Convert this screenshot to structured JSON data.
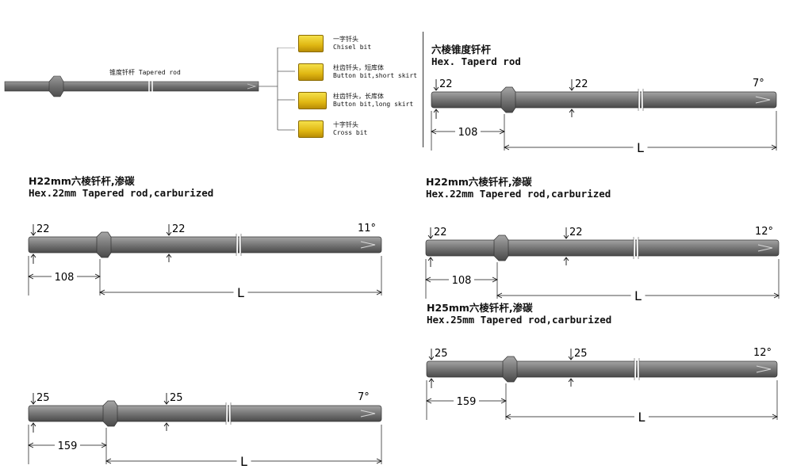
{
  "overview": {
    "rod_label": "锥度钎杆 Tapered rod",
    "bits": [
      {
        "cn": "一字钎头",
        "en": "Chisel bit",
        "icon": "chisel-bit-icon"
      },
      {
        "cn": "柱齿钎头，短库体",
        "en": "Button bit,short skirt",
        "icon": "button-bit-short-icon"
      },
      {
        "cn": "柱齿钎头，长库体",
        "en": "Button bit,long skirt",
        "icon": "button-bit-long-icon"
      },
      {
        "cn": "十字钎头",
        "en": "Cross bit",
        "icon": "cross-bit-icon"
      }
    ]
  },
  "rods": [
    {
      "id": "rod-top-right",
      "title_cn": "六棱锥度钎杆",
      "title_en": "Hex. Taperd rod",
      "hex_left": "22",
      "hex_mid": "22",
      "angle": "7°",
      "shank": "108",
      "length": "L"
    },
    {
      "id": "rod-mid-left",
      "title_cn": "H22mm六棱钎杆,渗碳",
      "title_en": "Hex.22mm Tapered rod,carburized",
      "hex_left": "22",
      "hex_mid": "22",
      "angle": "11°",
      "shank": "108",
      "length": "L"
    },
    {
      "id": "rod-mid-right",
      "title_cn": "H22mm六棱钎杆,渗碳",
      "title_en": "Hex.22mm Tapered rod,carburized",
      "hex_left": "22",
      "hex_mid": "22",
      "angle": "12°",
      "shank": "108",
      "length": "L"
    },
    {
      "id": "rod-bottom-left",
      "title_cn": "",
      "title_en": "",
      "hex_left": "25",
      "hex_mid": "25",
      "angle": "7°",
      "shank": "159",
      "length": "L"
    },
    {
      "id": "rod-bottom-right",
      "title_cn": "H25mm六棱钎杆,渗碳",
      "title_en": "Hex.25mm Tapered rod,carburized",
      "hex_left": "25",
      "hex_mid": "25",
      "angle": "12°",
      "shank": "159",
      "length": "L"
    }
  ],
  "colors": {
    "rod": "#7c7c7c",
    "rod_dark": "#555555",
    "bit": "#e8c31a"
  }
}
